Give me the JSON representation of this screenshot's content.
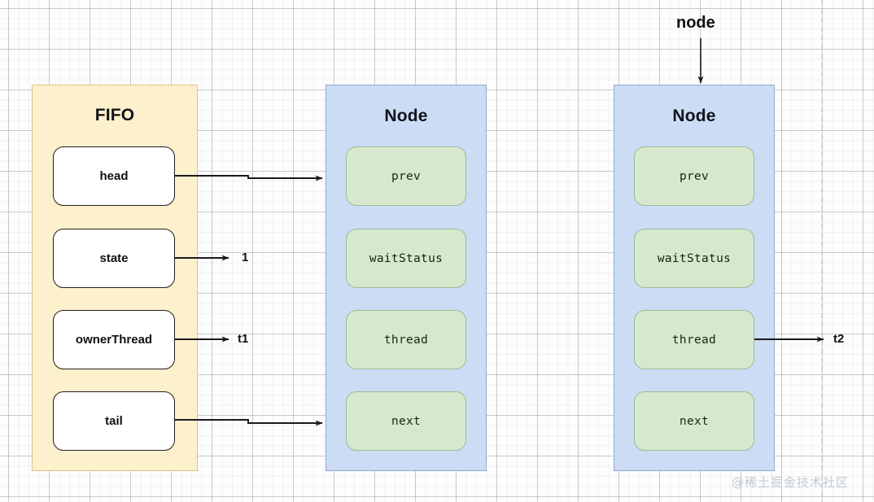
{
  "diagram": {
    "title_hidden": "AQS FIFO queue and Node structure",
    "background": {
      "grid_color": "#8c96a0",
      "page_color": "#fdfdfd"
    },
    "colors": {
      "fifo_fill": "#fdf0cd",
      "fifo_stroke": "#d9c48a",
      "node_fill": "#ccdcf5",
      "node_stroke": "#93a8cd",
      "field_white_fill": "#ffffff",
      "field_white_stroke": "#231f1c",
      "field_green_fill": "#d6e8ce",
      "field_green_stroke": "#9dbb93",
      "edge_stroke": "#1a1a1a",
      "watermark": "#c3cbd4"
    },
    "containers": [
      {
        "id": "fifo",
        "title": "FIFO",
        "fields": [
          {
            "label": "head"
          },
          {
            "label": "state"
          },
          {
            "label": "ownerThread"
          },
          {
            "label": "tail"
          }
        ]
      },
      {
        "id": "node-1",
        "title": "Node",
        "fields": [
          {
            "label": "prev"
          },
          {
            "label": "waitStatus"
          },
          {
            "label": "thread"
          },
          {
            "label": "next"
          }
        ]
      },
      {
        "id": "node-2",
        "title": "Node",
        "fields": [
          {
            "label": "prev"
          },
          {
            "label": "waitStatus"
          },
          {
            "label": "thread"
          },
          {
            "label": "next"
          }
        ]
      }
    ],
    "annotations": [
      {
        "id": "state-value",
        "text": "1"
      },
      {
        "id": "ownerthread-value",
        "text": "t1"
      },
      {
        "id": "node2-thread-value",
        "text": "t2"
      },
      {
        "id": "node-pointer-label",
        "text": "node"
      }
    ],
    "watermark": {
      "text": "@稀土掘金技术社区"
    }
  }
}
